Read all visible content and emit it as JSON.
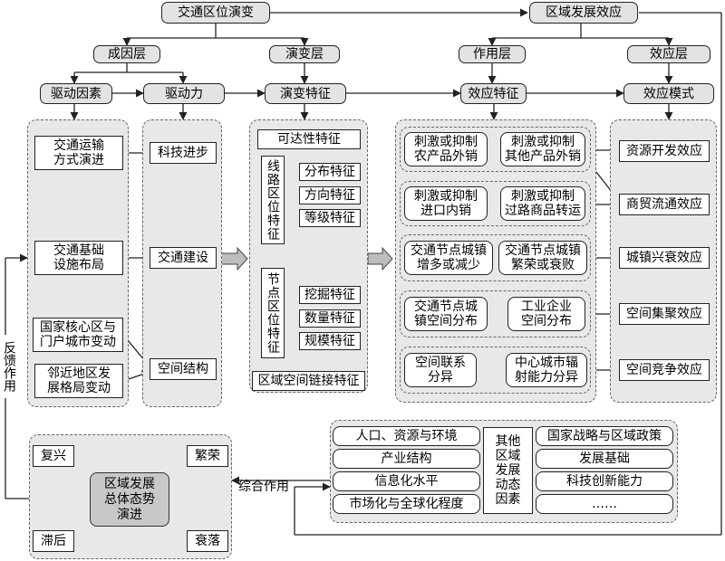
{
  "top": {
    "left_title": "交通区位演变",
    "right_title": "区域发展效应"
  },
  "layers": {
    "cause": "成因层",
    "evolution": "演变层",
    "effect_layer": "作用层",
    "response": "效应层"
  },
  "row2": {
    "drivers": "驱动因素",
    "force": "驱动力",
    "evo_features": "演变特征",
    "effect_features": "效应特征",
    "effect_modes": "效应模式"
  },
  "drivers": [
    "交通运输\n方式演进",
    "交通基础\n设施布局",
    "国家核心区与\n门户城市变动",
    "邻近地区发\n展格局变动"
  ],
  "forces": [
    "科技进步",
    "交通建设",
    "空间结构"
  ],
  "evolution": {
    "accessibility": "可达性特征",
    "line_location": "线路区位特征",
    "line_items": [
      "分布特征",
      "方向特征",
      "等级特征"
    ],
    "node_location": "节点区位特征",
    "node_items": [
      "挖掘特征",
      "数量特征",
      "规模特征"
    ],
    "network": "区域空间链接特征"
  },
  "effect_features": [
    [
      "刺激或抑制\n农产品外销",
      "刺激或抑制\n其他产品外销"
    ],
    [
      "刺激或抑制\n进口内销",
      "刺激或抑制\n过路商品转运"
    ],
    [
      "交通节点城镇\n增多或减少",
      "交通节点城镇\n繁荣或衰败"
    ],
    [
      "交通节点城\n镇空间分布",
      "工业企业\n空间分布"
    ],
    [
      "空间联系\n分异",
      "中心城市辐\n射能力分异"
    ]
  ],
  "effect_modes": [
    "资源开发效应",
    "商贸流通效应",
    "城镇兴衰效应",
    "空间集聚效应",
    "空间竞争效应"
  ],
  "feedback": "反馈作用",
  "combined": "综合作用",
  "overall": {
    "center": "区域发展\n总体态势\n演进",
    "revive": "复兴",
    "prosper": "繁荣",
    "lag": "滞后",
    "decline": "衰落"
  },
  "dynamics": {
    "left": [
      "人口、资源与环境",
      "产业结构",
      "信息化水平",
      "市场化与全球化程度"
    ],
    "center": "其他区域发展动态因素",
    "right": [
      "国家战略与区域政策",
      "发展基础",
      "科技创新能力",
      "……"
    ]
  }
}
